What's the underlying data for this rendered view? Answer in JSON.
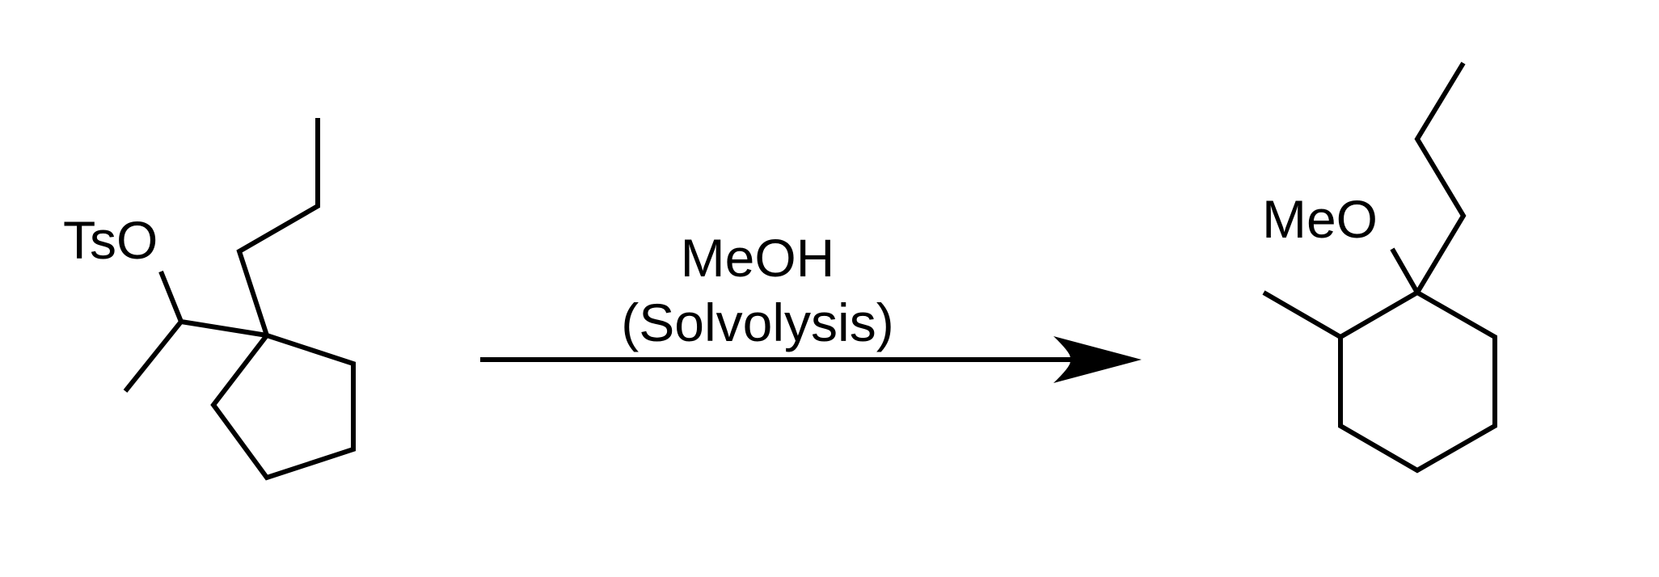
{
  "reactant": {
    "substituent_label": "TsO"
  },
  "reagent": {
    "line1": "MeOH",
    "line2": "(Solvolysis)"
  },
  "product": {
    "substituent_label": "MeO"
  },
  "colors": {
    "ink": "#000000",
    "background": "#ffffff"
  }
}
